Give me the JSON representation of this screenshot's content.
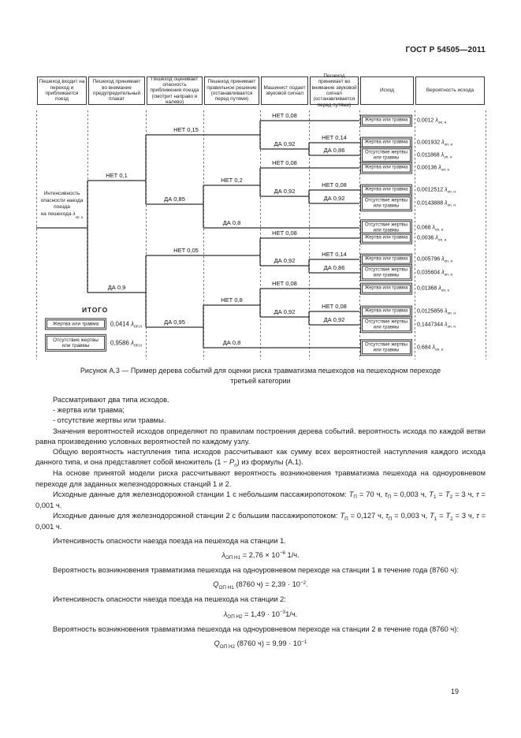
{
  "doc": {
    "standard_number": "ГОСТ Р 54505—2011",
    "page_number": "19"
  },
  "figure": {
    "caption_line1": "Рисунок  А.3 — Пример дерева событий для оценки риска травматизма пешеходов на пешеходном переходе",
    "caption_line2": "третьей категории",
    "columns": [
      "Пешеход входит на переход и приближается поезд",
      "Пешеход принимает во внимание предупредительный плакат",
      "Пешеход оценивает опасность приближения поезда (смотрит направо и налево)",
      "Пешеход принимает правильное решение (останавливается перед путями)",
      "Машинист подает звуковой сигнал",
      "Пешеход принимает во внимание звуковой сигнал (останавливается перед путями)",
      "Исход",
      "Вероятность исхода"
    ],
    "root": {
      "lines": [
        "Интенсивность",
        "опасности наезда",
        "поезда"
      ],
      "last_line": "на пешехода",
      "lambda_sub": "оп. н"
    },
    "outcome_labels": {
      "victim": "Жертва или травма",
      "none": "Отсутствие жертвы или травмы"
    },
    "branch_labels": [
      "НЕТ 0,1",
      "ДА 0,9",
      "НЕТ 0,15",
      "ДА 0,85",
      "НЕТ 0,05",
      "ДА 0,95",
      "НЕТ 0,2",
      "ДА 0,8",
      "НЕТ 0,8",
      "ДА 0,8",
      "НЕТ 0,08",
      "ДА 0,92",
      "НЕТ 0,14",
      "ДА 0,86",
      "НЕТ 0,08",
      "ДА 0,92",
      "НЕТ 0,08",
      "ДА 0,92",
      "НЕТ 0,08",
      "ДА 0,92",
      "НЕТ 0,14",
      "ДА 0,86",
      "НЕТ 0,08",
      "ДА 0,92",
      "НЕТ 0,08",
      "ДА 0,92"
    ],
    "lambda_sub": "оп. н",
    "leaves": [
      {
        "outcome": "victim",
        "value": "0,0012"
      },
      {
        "outcome": "victim",
        "value": "0,001932"
      },
      {
        "outcome": "none",
        "value": "0,011868"
      },
      {
        "outcome": "victim",
        "value": "0,00136"
      },
      {
        "outcome": "victim",
        "value": "0,0012512"
      },
      {
        "outcome": "none",
        "value": "0,0143888"
      },
      {
        "outcome": "none",
        "value": "0,068"
      },
      {
        "outcome": "victim",
        "value": "0,0036"
      },
      {
        "outcome": "victim",
        "value": "0,005796"
      },
      {
        "outcome": "none",
        "value": "0,035604"
      },
      {
        "outcome": "victim",
        "value": "0,01368"
      },
      {
        "outcome": "victim",
        "value": "0,0125856"
      },
      {
        "outcome": "none",
        "value": "0,1447344"
      },
      {
        "outcome": "none",
        "value": "0,684"
      }
    ],
    "totals": {
      "title": "ИТОГО",
      "rows": [
        {
          "outcome": "victim",
          "value": "0,0414",
          "sub": "оп.н"
        },
        {
          "outcome": "none",
          "value": "0,9586",
          "sub": "оп.н"
        }
      ]
    }
  },
  "body": {
    "paragraphs": [
      {
        "type": "text",
        "segs": [
          {
            "t": "Рассматривают два типа исходов."
          }
        ]
      },
      {
        "type": "text",
        "segs": [
          {
            "t": "- жертва или травма;"
          }
        ]
      },
      {
        "type": "text",
        "segs": [
          {
            "t": "- отсутствие жертвы или травмы."
          }
        ]
      },
      {
        "type": "text",
        "segs": [
          {
            "t": "Значения вероятностей исходов определяют по правилам построения дерева событий. вероятность исхода по каждой ветви равна произведению условных вероятностей по каждому узлу."
          }
        ]
      },
      {
        "type": "text",
        "segs": [
          {
            "t": "Общую вероятность наступления типа исходов рассчитывают как сумму всех вероятностей наступления каждого исхода данного типа, и она представляет собой множитель (1 − "
          },
          {
            "t": "Р",
            "st": "i"
          },
          {
            "t": "п",
            "st": "sub"
          },
          {
            "t": ") из формулы (А.1)."
          }
        ]
      },
      {
        "type": "text",
        "segs": [
          {
            "t": "На основе принятой модели риска рассчитывают вероятность возникновения травматизма пешехода на одноуровневом переходе для заданных железнодорожных станций 1 и 2."
          }
        ]
      },
      {
        "type": "text",
        "segs": [
          {
            "t": "Исходные данные для железнодорожной станции 1 с небольшим пассажиропотоком: "
          },
          {
            "t": "Т",
            "st": "i"
          },
          {
            "t": "П",
            "st": "sub"
          },
          {
            "t": " = 70 ч, "
          },
          {
            "t": "τ",
            "st": "i"
          },
          {
            "t": "П",
            "st": "sub"
          },
          {
            "t": " = 0,003 ч, "
          },
          {
            "t": "Т",
            "st": "i"
          },
          {
            "t": "1",
            "st": "sub"
          },
          {
            "t": " = "
          },
          {
            "t": "Т",
            "st": "i"
          },
          {
            "t": "2",
            "st": "sub"
          },
          {
            "t": " = 3 ч, "
          },
          {
            "t": "τ",
            "st": "i"
          },
          {
            "t": " = 0,001 ч."
          }
        ]
      },
      {
        "type": "text",
        "segs": [
          {
            "t": "Исходные данные для железнодорожной станции 2 с большим пассажиропотоком: "
          },
          {
            "t": "Т",
            "st": "i"
          },
          {
            "t": "П",
            "st": "sub"
          },
          {
            "t": " = 0,127 ч, "
          },
          {
            "t": "τ",
            "st": "i"
          },
          {
            "t": "П",
            "st": "sub"
          },
          {
            "t": " = 0,003 ч, "
          },
          {
            "t": "Т",
            "st": "i"
          },
          {
            "t": "1",
            "st": "sub"
          },
          {
            "t": " = "
          },
          {
            "t": "Т",
            "st": "i"
          },
          {
            "t": "2",
            "st": "sub"
          },
          {
            "t": " = 3 ч, "
          },
          {
            "t": "τ",
            "st": "i"
          },
          {
            "t": " = 0,001 ч."
          }
        ]
      },
      {
        "type": "text-gap",
        "segs": [
          {
            "t": "Интенсивность опасности наезда поезда на пешехода на станции 1."
          }
        ]
      },
      {
        "type": "formula",
        "segs": [
          {
            "t": "λ",
            "st": "i"
          },
          {
            "t": "ОП Н1",
            "st": "sub"
          },
          {
            "t": " = 2,76 × 10"
          },
          {
            "t": "−6",
            "st": "sup"
          },
          {
            "t": " 1/ч."
          }
        ]
      },
      {
        "type": "text-gap",
        "segs": [
          {
            "t": "Вероятность возникновения травматизма пешехода на одноуровневом переходе на станции 1 в течение года (8760 ч):"
          }
        ]
      },
      {
        "type": "formula",
        "segs": [
          {
            "t": "Q",
            "st": "i"
          },
          {
            "t": "ОП Н1",
            "st": "sub"
          },
          {
            "t": " (8760 ч) = 2,39 · 10"
          },
          {
            "t": "−2",
            "st": "sup"
          },
          {
            "t": "."
          }
        ]
      },
      {
        "type": "text-gap",
        "segs": [
          {
            "t": "Интенсивность опасности наезда поезда на пешехода на станции 2:"
          }
        ]
      },
      {
        "type": "formula",
        "segs": [
          {
            "t": "λ",
            "st": "i"
          },
          {
            "t": "ОП Н2",
            "st": "sub"
          },
          {
            "t": " = 1,49 · 10"
          },
          {
            "t": "−3",
            "st": "sup"
          },
          {
            "t": "1/ч."
          }
        ]
      },
      {
        "type": "text-gap",
        "segs": [
          {
            "t": "Вероятность возникновения травматизма пешехода на одноуровневом переходе на станции 2 в течение года (8760 ч):"
          }
        ]
      },
      {
        "type": "formula",
        "segs": [
          {
            "t": "Q",
            "st": "i"
          },
          {
            "t": "ОП Н2",
            "st": "sub"
          },
          {
            "t": " (8760 ч) = 9,99 · 10"
          },
          {
            "t": "−1",
            "st": "sup"
          }
        ]
      }
    ]
  }
}
